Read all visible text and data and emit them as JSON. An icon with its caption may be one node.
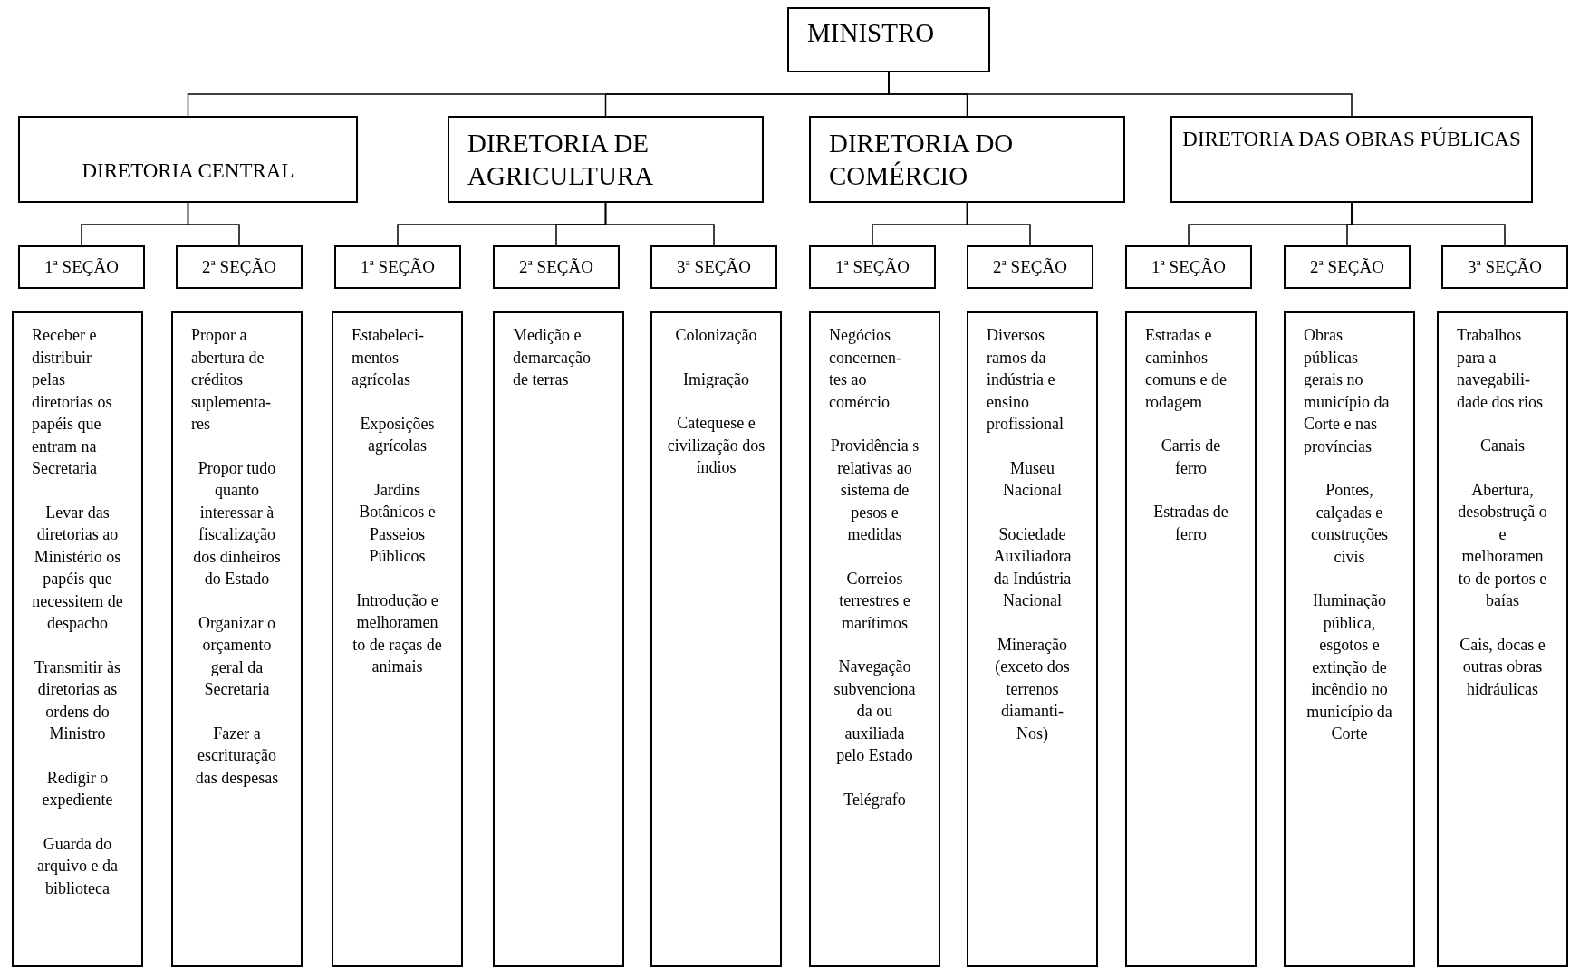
{
  "diagram": {
    "nodes": [
      {
        "text": [
          "MINISTRO"
        ]
      },
      {
        "text": [
          "DIRETORIA CENTRAL"
        ]
      },
      {
        "text": [
          "DIRETORIA DE AGRICULTURA"
        ]
      },
      {
        "text": [
          "DIRETORIA DO COMÉRCIO"
        ]
      },
      {
        "text": [
          "DIRETORIA DAS OBRAS PÚBLICAS"
        ]
      },
      {
        "text": [
          "1ª SEÇÃO"
        ]
      },
      {
        "text": [
          "2ª SEÇÃO"
        ]
      },
      {
        "text": [
          "1ª SEÇÃO"
        ]
      },
      {
        "text": [
          "2ª SEÇÃO"
        ]
      },
      {
        "text": [
          "3ª SEÇÃO"
        ]
      },
      {
        "text": [
          "1ª SEÇÃO"
        ]
      },
      {
        "text": [
          "2ª SEÇÃO"
        ]
      },
      {
        "text": [
          "1ª SEÇÃO"
        ]
      },
      {
        "text": [
          "2ª SEÇÃO"
        ]
      },
      {
        "text": [
          "3ª SEÇÃO"
        ]
      },
      {
        "text": [
          "Receber e distribuir pelas diretorias os papéis que entram na Secretaria",
          "Levar das diretorias ao Ministério os papéis que necessitem de despacho",
          "Transmitir às diretorias as ordens do Ministro",
          "Redigir o expediente",
          "Guarda do arquivo e da biblioteca"
        ]
      },
      {
        "text": [
          "Propor a abertura de créditos suplementa- res",
          "Propor tudo quanto interessar à fiscalização dos dinheiros do Estado",
          "Organizar o orçamento geral da Secretaria",
          "Fazer a escrituração das despesas"
        ]
      },
      {
        "text": [
          "Estabeleci- mentos agrícolas",
          "Exposições agrícolas",
          "Jardins Botânicos e Passeios Públicos",
          "Introdução e melhoramen to de raças de animais"
        ]
      },
      {
        "text": [
          "Medição e demarcação de terras"
        ]
      },
      {
        "text": [
          "Colonização",
          "Imigração",
          "Catequese e civilização dos índios"
        ]
      },
      {
        "text": [
          "Negócios concernen- tes ao comércio",
          "Providência s relativas ao sistema de pesos e medidas",
          "Correios terrestres e marítimos",
          "Navegação subvenciona da ou auxiliada pelo Estado",
          "Telégrafo"
        ]
      },
      {
        "text": [
          "Diversos ramos da indústria e ensino profissional",
          "Museu Nacional",
          "Sociedade Auxiliadora da Indústria Nacional",
          "Mineração (exceto dos terrenos diamanti- Nos)"
        ]
      },
      {
        "text": [
          "Estradas e caminhos comuns e de rodagem",
          "Carris de ferro",
          "Estradas de ferro"
        ]
      },
      {
        "text": [
          "Obras públicas gerais no município da Corte e nas províncias",
          "Pontes, calçadas e construções civis",
          "Iluminação pública, esgotos e extinção de incêndio no município da Corte"
        ]
      },
      {
        "text": [
          "Trabalhos para a navegabili- dade dos rios",
          "Canais",
          "Abertura, desobstruçã o e melhoramen to de portos e baías",
          "Cais, docas e outras obras hidráulicas"
        ]
      }
    ],
    "edges": [
      {
        "from": 0,
        "to": 1,
        "arrow": "none"
      },
      {
        "from": 0,
        "to": 2,
        "arrow": "none"
      },
      {
        "from": 0,
        "to": 3,
        "arrow": "none"
      },
      {
        "from": 0,
        "to": 4,
        "arrow": "none"
      },
      {
        "from": 1,
        "to": 5,
        "arrow": "none"
      },
      {
        "from": 1,
        "to": 6,
        "arrow": "none"
      },
      {
        "from": 2,
        "to": 7,
        "arrow": "none"
      },
      {
        "from": 2,
        "to": 8,
        "arrow": "none"
      },
      {
        "from": 2,
        "to": 9,
        "arrow": "none"
      },
      {
        "from": 3,
        "to": 10,
        "arrow": "none"
      },
      {
        "from": 3,
        "to": 11,
        "arrow": "none"
      },
      {
        "from": 4,
        "to": 12,
        "arrow": "none"
      },
      {
        "from": 4,
        "to": 13,
        "arrow": "none"
      },
      {
        "from": 4,
        "to": 14,
        "arrow": "none"
      }
    ]
  }
}
